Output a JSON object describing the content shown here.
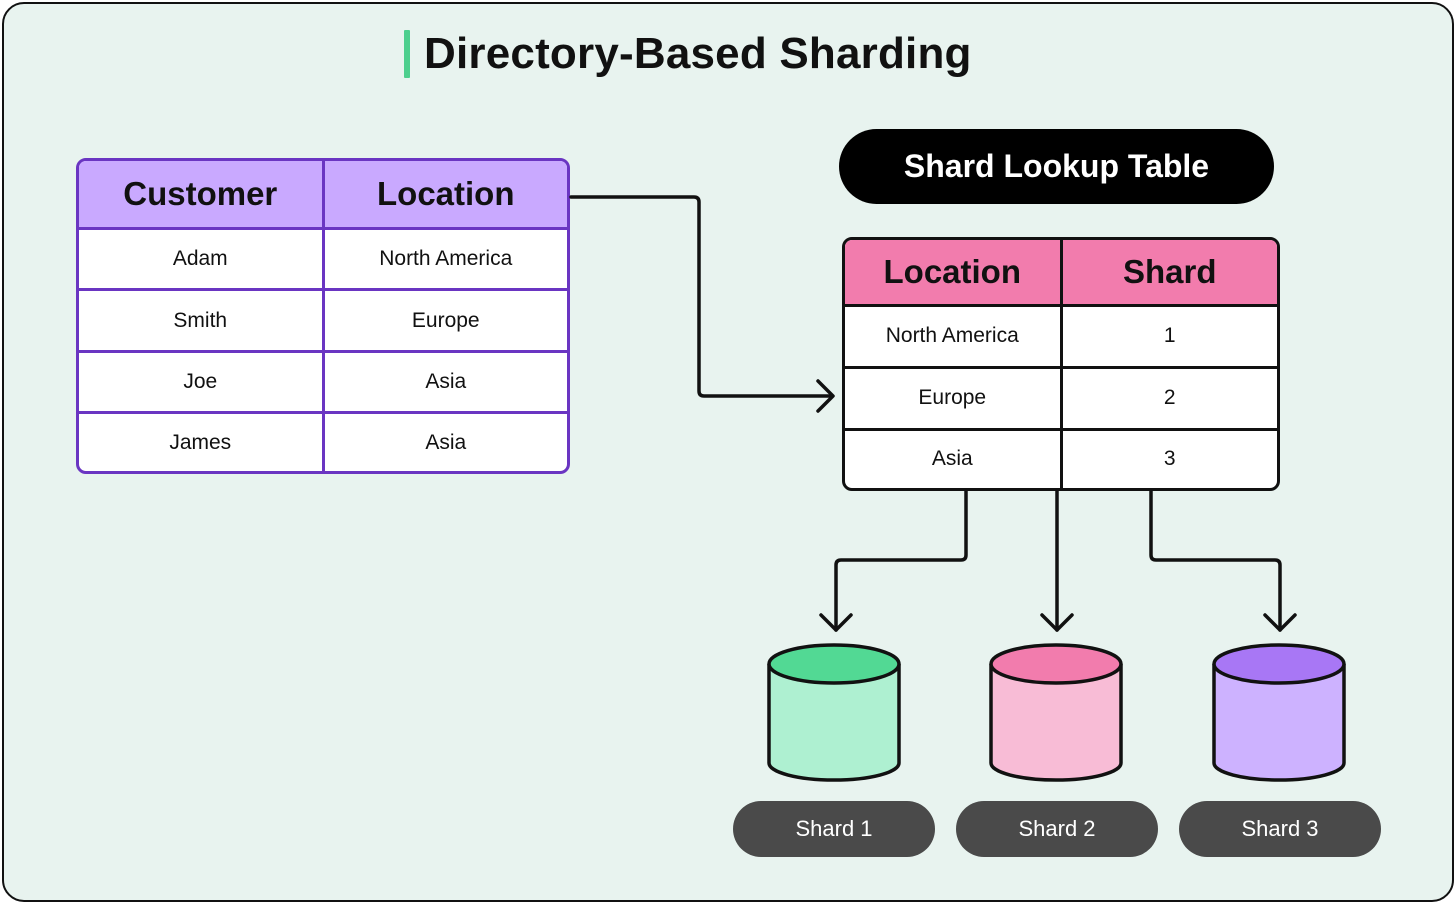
{
  "title": "Directory-Based Sharding",
  "customer_table": {
    "headers": [
      "Customer",
      "Location"
    ],
    "rows": [
      [
        "Adam",
        "North America"
      ],
      [
        "Smith",
        "Europe"
      ],
      [
        "Joe",
        "Asia"
      ],
      [
        "James",
        "Asia"
      ]
    ]
  },
  "lookup_title": "Shard Lookup Table",
  "lookup_table": {
    "headers": [
      "Location",
      "Shard"
    ],
    "rows": [
      [
        "North America",
        "1"
      ],
      [
        "Europe",
        "2"
      ],
      [
        "Asia",
        "3"
      ]
    ]
  },
  "shards": [
    {
      "label": "Shard 1",
      "color": "#aef0d1",
      "top_color": "#52d994"
    },
    {
      "label": "Shard 2",
      "color": "#f8bcd6",
      "top_color": "#f27cad"
    },
    {
      "label": "Shard 3",
      "color": "#cdb2ff",
      "top_color": "#a877f5"
    }
  ],
  "colors": {
    "background": "#e8f3ef",
    "accent": "#4dcf8e",
    "customer_header": "#c9a9ff",
    "customer_border": "#6a35c2",
    "lookup_header": "#f27cad"
  }
}
